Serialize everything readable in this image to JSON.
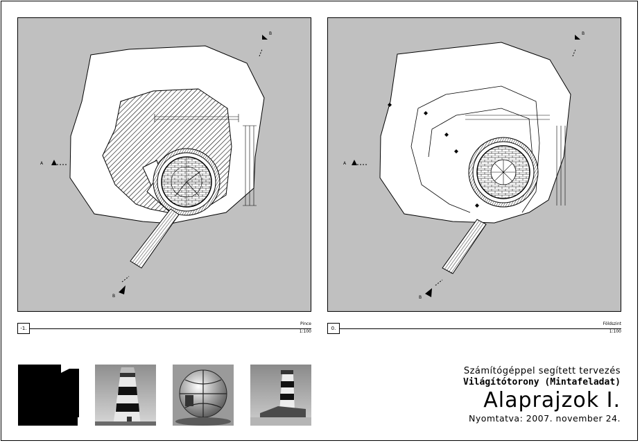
{
  "drawings": [
    {
      "id": "basement",
      "number_label": "-1.",
      "name": "Pince",
      "scale": "1:100",
      "section_marks": [
        "A",
        "B"
      ]
    },
    {
      "id": "ground",
      "number_label": "0.",
      "name": "Földszint",
      "scale": "1:100",
      "section_marks": [
        "A",
        "B"
      ]
    }
  ],
  "logo": {
    "text": ""
  },
  "thumbnails": [
    {
      "name": "lighthouse-render-1"
    },
    {
      "name": "lighthouse-lantern-render"
    },
    {
      "name": "lighthouse-render-2"
    }
  ],
  "info": {
    "course": "Számítógéppel segített tervezés",
    "project": "Világítótorony (Mintafeladat)",
    "title": "Alaprajzok I.",
    "printed": "Nyomtatva: 2007. november 24."
  },
  "colors": {
    "panel_bg": "#c0c0c0",
    "ink": "#000000",
    "paper": "#ffffff"
  }
}
